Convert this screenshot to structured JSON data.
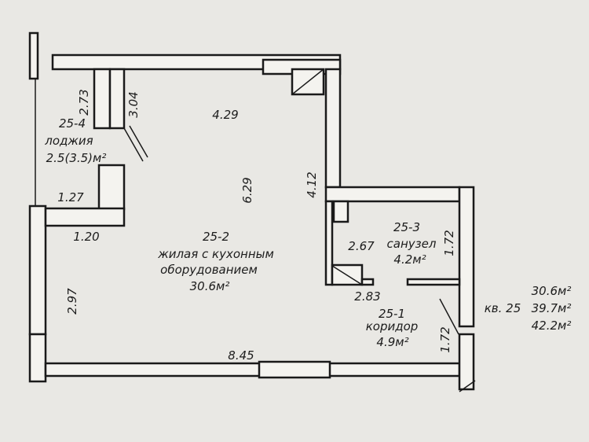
{
  "plan": {
    "apartment_label": "кв. 25",
    "apartment_areas": [
      "30.6м²",
      "39.7м²",
      "42.2м²"
    ],
    "rooms": [
      {
        "id": "25-4",
        "name": "лоджия",
        "area": "2.5(3.5)м²"
      },
      {
        "id": "25-2",
        "name_line1": "жилая с кухонным",
        "name_line2": "оборудованием",
        "area": "30.6м²"
      },
      {
        "id": "25-3",
        "name": "санузел",
        "area": "4.2м²"
      },
      {
        "id": "25-1",
        "name": "коридор",
        "area": "4.9м²"
      }
    ],
    "dimensions": {
      "loggia_height": "2.73",
      "loggia_depth": "3.04",
      "top_width": "4.29",
      "loggia_width": "1.27",
      "room_depth": "6.29",
      "right_upper": "4.12",
      "partition_width": "1.20",
      "bath_height": "2.67",
      "bath_width": "1.72",
      "left_lower": "2.97",
      "corridor_width": "2.83",
      "corridor_height": "1.72",
      "bottom_width": "8.45"
    }
  }
}
